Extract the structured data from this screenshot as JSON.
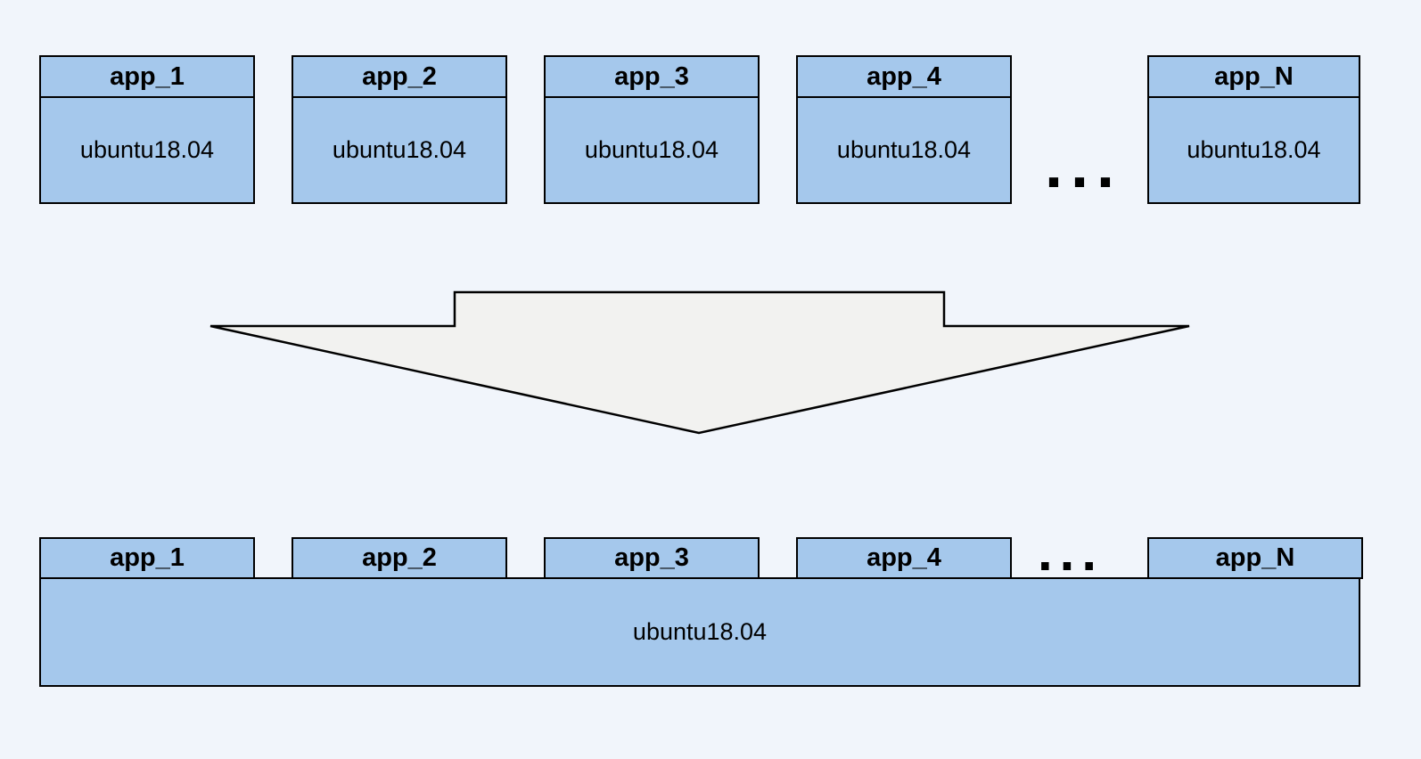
{
  "diagram": {
    "description": "containers-sharing-one-os-diagram",
    "colors": {
      "background": "#f1f5fb",
      "box_fill": "#a5c8ec",
      "box_border": "#000000",
      "arrow_fill": "#f2f2f0",
      "text": "#000000"
    },
    "top_row": {
      "boxes": [
        {
          "title": "app_1",
          "os": "ubuntu18.04"
        },
        {
          "title": "app_2",
          "os": "ubuntu18.04"
        },
        {
          "title": "app_3",
          "os": "ubuntu18.04"
        },
        {
          "title": "app_4",
          "os": "ubuntu18.04"
        },
        {
          "title": "app_N",
          "os": "ubuntu18.04"
        }
      ],
      "ellipsis": "..."
    },
    "arrow": {
      "direction": "down"
    },
    "bottom_row": {
      "tabs": [
        {
          "title": "app_1"
        },
        {
          "title": "app_2"
        },
        {
          "title": "app_3"
        },
        {
          "title": "app_4"
        },
        {
          "title": "app_N"
        }
      ],
      "ellipsis": "...",
      "base_os": "ubuntu18.04"
    }
  }
}
